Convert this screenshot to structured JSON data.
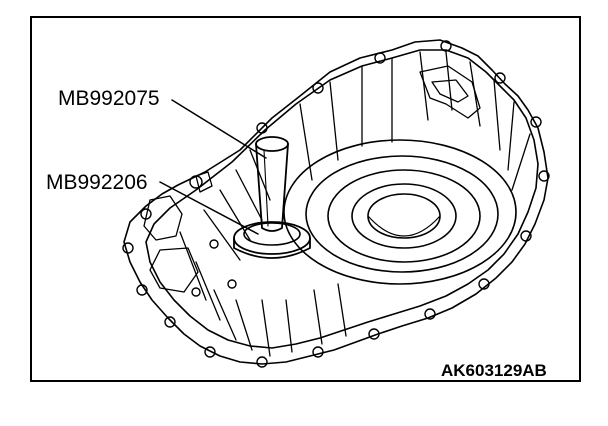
{
  "labels": {
    "tool_upper": "MB992075",
    "tool_lower": "MB992206"
  },
  "figure_code": "AK603129AB",
  "colors": {
    "line": "#000000",
    "background": "#ffffff"
  }
}
